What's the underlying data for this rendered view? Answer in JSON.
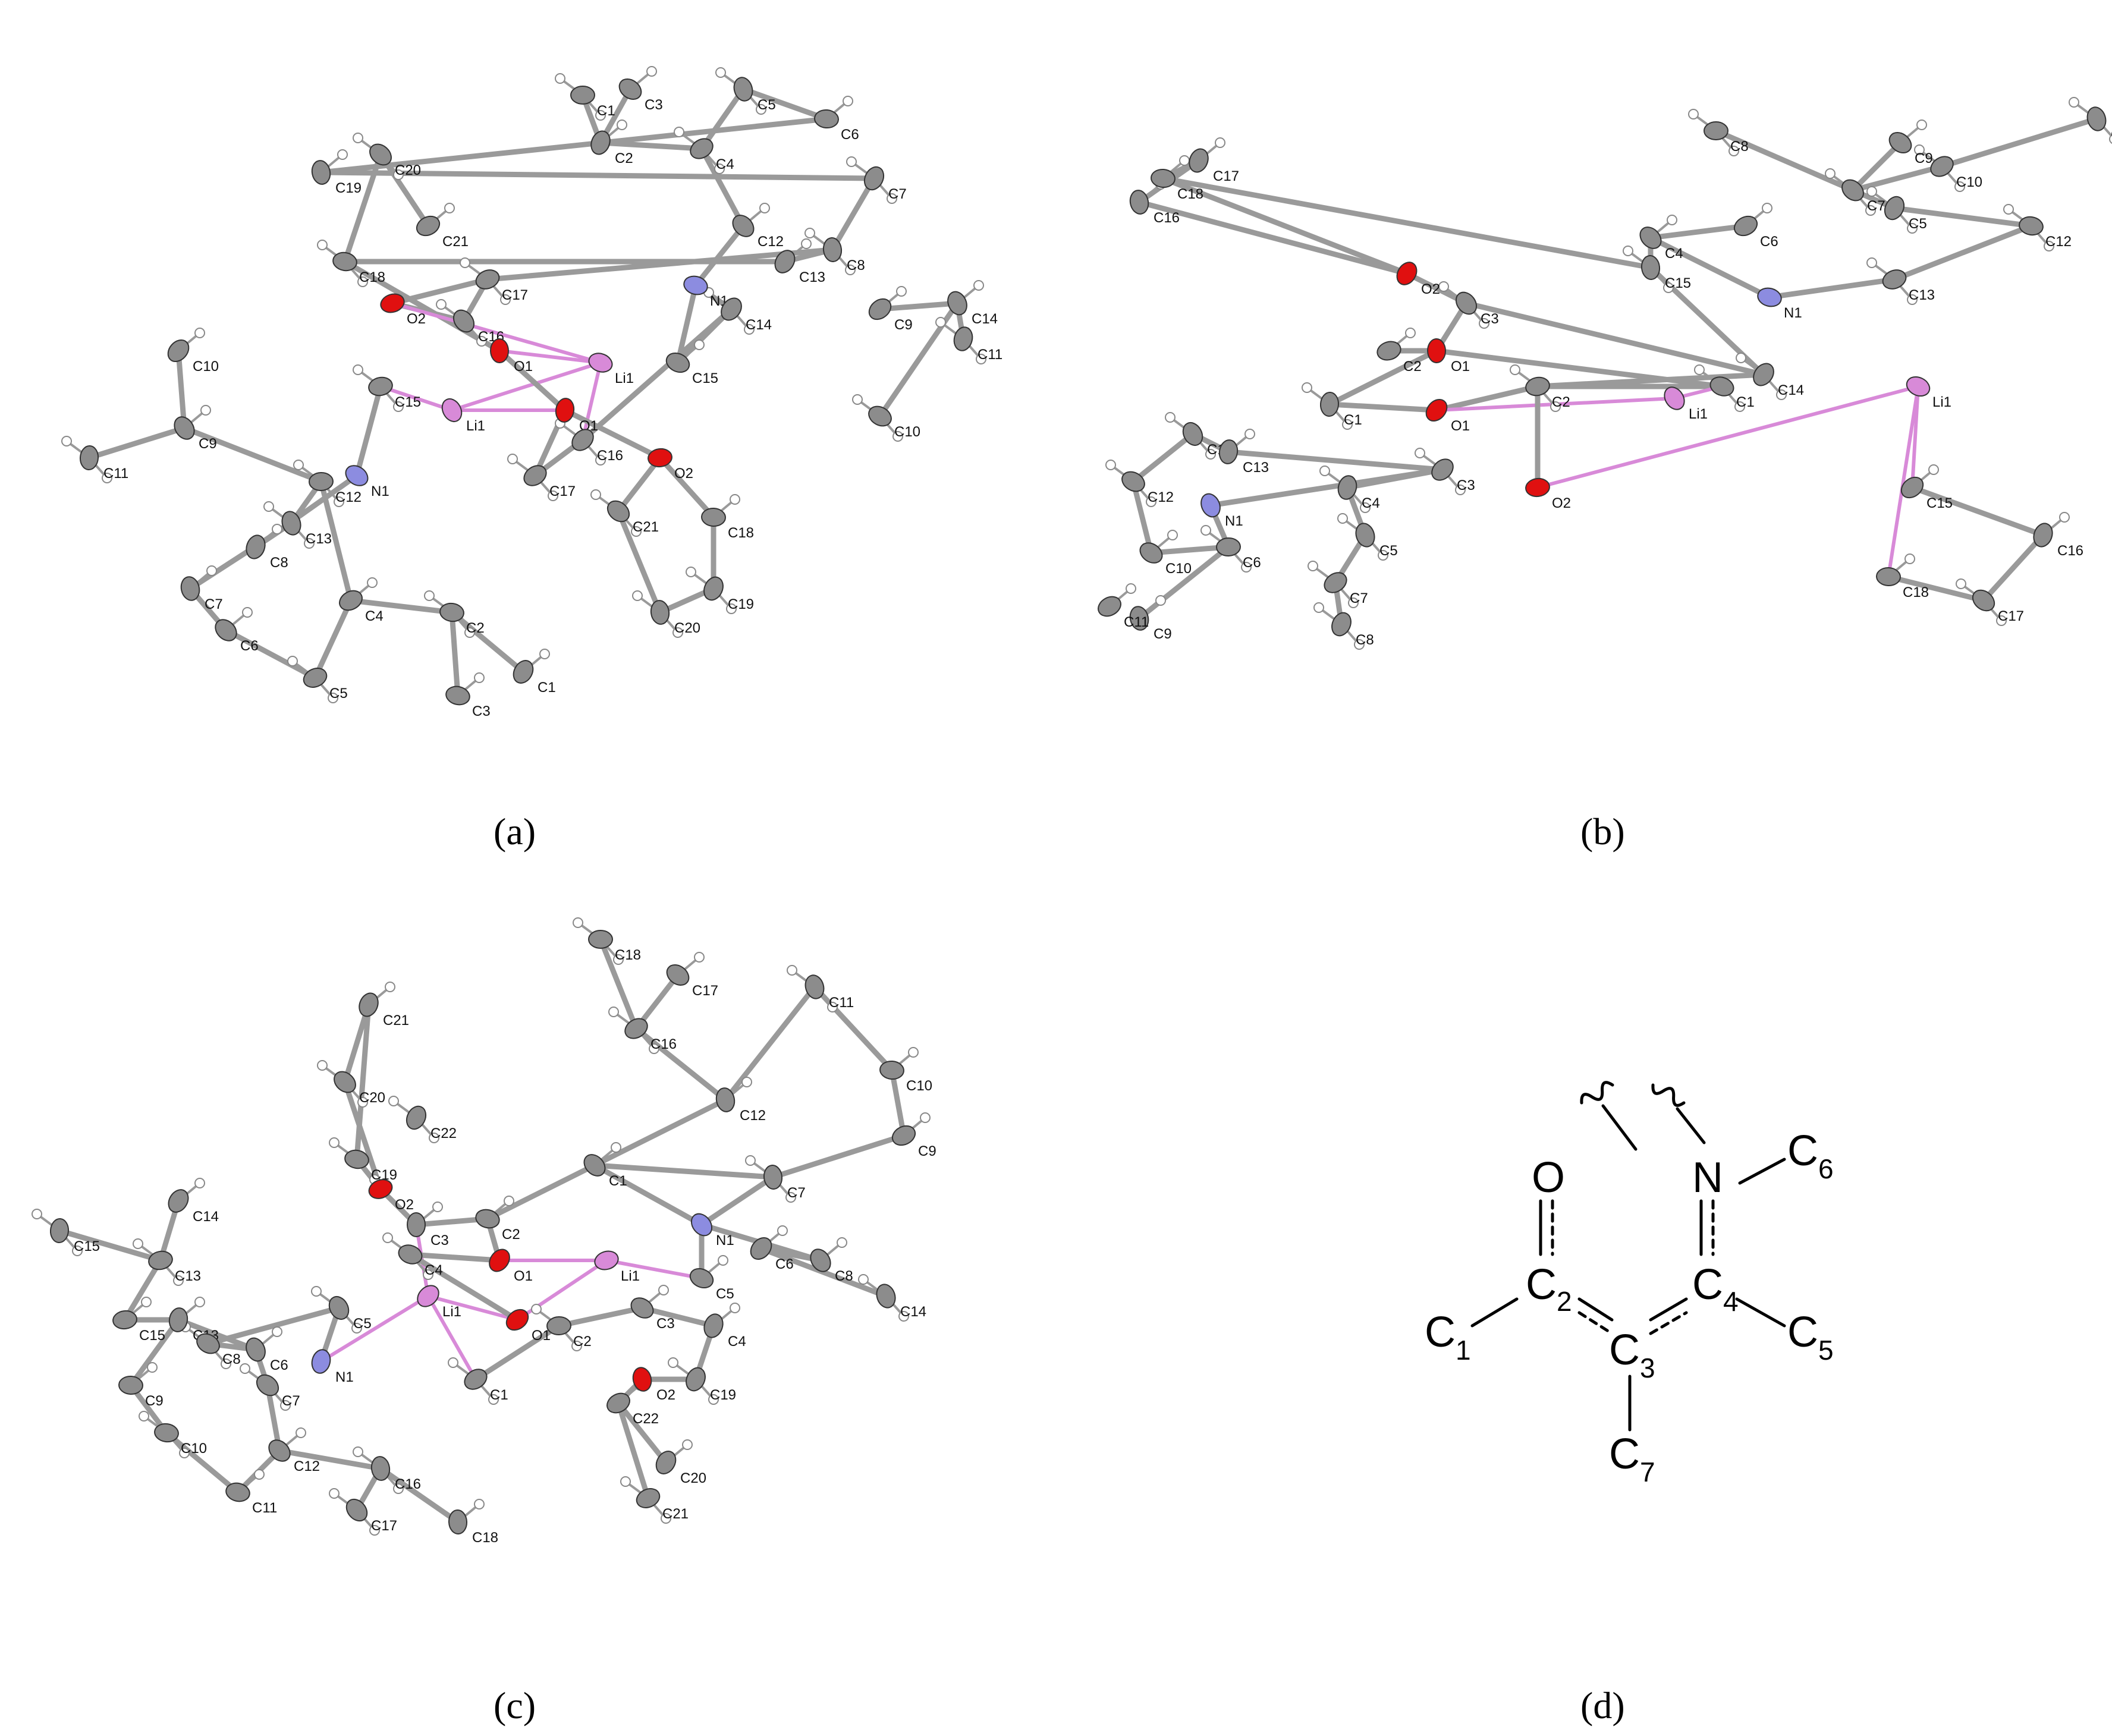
{
  "captions": {
    "a": "(a)",
    "b": "(b)",
    "c": "(c)",
    "d": "(d)"
  },
  "colors": {
    "carbon": "#8c8c8c",
    "hydrogen": "#ffffff",
    "oxygen": "#e01010",
    "nitrogen": "#8c8ce0",
    "lithium": "#d88ad8",
    "bond": "#9a9a9a"
  },
  "panel_a": {
    "labels": [
      "C1",
      "C3",
      "C5",
      "C2",
      "C4",
      "C6",
      "C20",
      "C19",
      "C7",
      "C21",
      "C18",
      "C12",
      "C8",
      "C13",
      "C17",
      "N1",
      "C16",
      "O1",
      "C14",
      "O2",
      "Li1",
      "C9",
      "C11",
      "C10",
      "C15",
      "C15",
      "Li1",
      "O1",
      "C16",
      "O2",
      "C10",
      "C14",
      "C11",
      "C9",
      "C12",
      "N1",
      "C13",
      "C8",
      "C17",
      "C18",
      "C21",
      "C7",
      "C19",
      "C4",
      "C2",
      "C6",
      "C20",
      "C1",
      "C5",
      "C3"
    ]
  },
  "panel_b": {
    "labels": [
      "C8",
      "C9",
      "C11",
      "C17",
      "C10",
      "C18",
      "C7",
      "C16",
      "C5",
      "C6",
      "C12",
      "C4",
      "C15",
      "O2",
      "C13",
      "N1",
      "C3",
      "O1",
      "C14",
      "C2",
      "C1",
      "Li1",
      "C1",
      "O1",
      "C2",
      "Li1",
      "C14",
      "C13",
      "C3",
      "O2",
      "C12",
      "N1",
      "C4",
      "C15",
      "C6",
      "C10",
      "C5",
      "C16",
      "C7",
      "C18",
      "C17",
      "C9",
      "C8",
      "C11"
    ]
  },
  "panel_c": {
    "labels": [
      "C18",
      "C17",
      "C11",
      "C21",
      "C16",
      "C10",
      "C20",
      "C12",
      "C22",
      "C9",
      "C19",
      "C1",
      "C7",
      "C14",
      "O2",
      "C2",
      "N1",
      "C3",
      "O1",
      "Li1",
      "C4",
      "C8",
      "C15",
      "C6",
      "C13",
      "C5",
      "C5",
      "C13",
      "Li1",
      "C15",
      "C8",
      "C6",
      "N1",
      "O1",
      "C2",
      "C3",
      "C14",
      "C4",
      "C1",
      "C9",
      "C7",
      "O2",
      "C19",
      "C22",
      "C10",
      "C12",
      "C16",
      "C20",
      "C21",
      "C11",
      "C17",
      "C18"
    ]
  },
  "panel_d": {
    "atoms": {
      "O": "O",
      "N": "N",
      "C1": {
        "main": "C",
        "sub": "1"
      },
      "C2": {
        "main": "C",
        "sub": "2"
      },
      "C3": {
        "main": "C",
        "sub": "3"
      },
      "C4": {
        "main": "C",
        "sub": "4"
      },
      "C5": {
        "main": "C",
        "sub": "5"
      },
      "C6": {
        "main": "C",
        "sub": "6"
      },
      "C7": {
        "main": "C",
        "sub": "7"
      }
    }
  }
}
